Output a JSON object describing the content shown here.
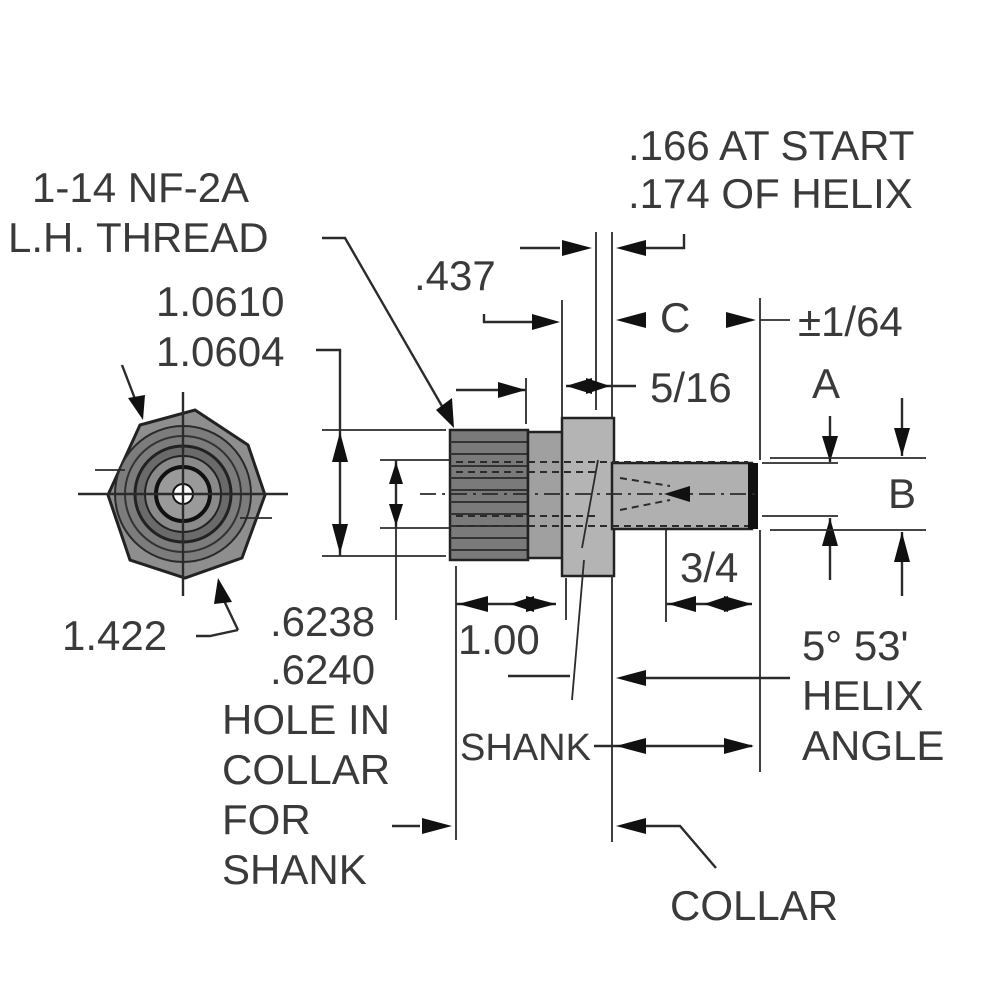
{
  "labels": {
    "helix_start": ".166 AT START",
    "helix_of": ".174 OF HELIX",
    "thread_spec": "1-14 NF-2A",
    "thread_type": "L.H. THREAD",
    "dim_437": ".437",
    "dim_c": "C",
    "tolerance": "±1/64",
    "dia_upper": "1.0610",
    "dia_lower": "1.0604",
    "dim_5_16": "5/16",
    "dim_a": "A",
    "dim_b": "B",
    "dim_3_4": "3/4",
    "dim_1422": "1.422",
    "hole_upper": ".6238",
    "hole_lower": ".6240",
    "dim_100": "1.00",
    "helix_angle_value": "5° 53'",
    "helix_word": "HELIX",
    "angle_word": "ANGLE",
    "hole_line1": "HOLE IN",
    "hole_line2": "COLLAR",
    "hole_line3": "FOR",
    "hole_line4": "SHANK",
    "shank": "SHANK",
    "collar": "COLLAR"
  }
}
